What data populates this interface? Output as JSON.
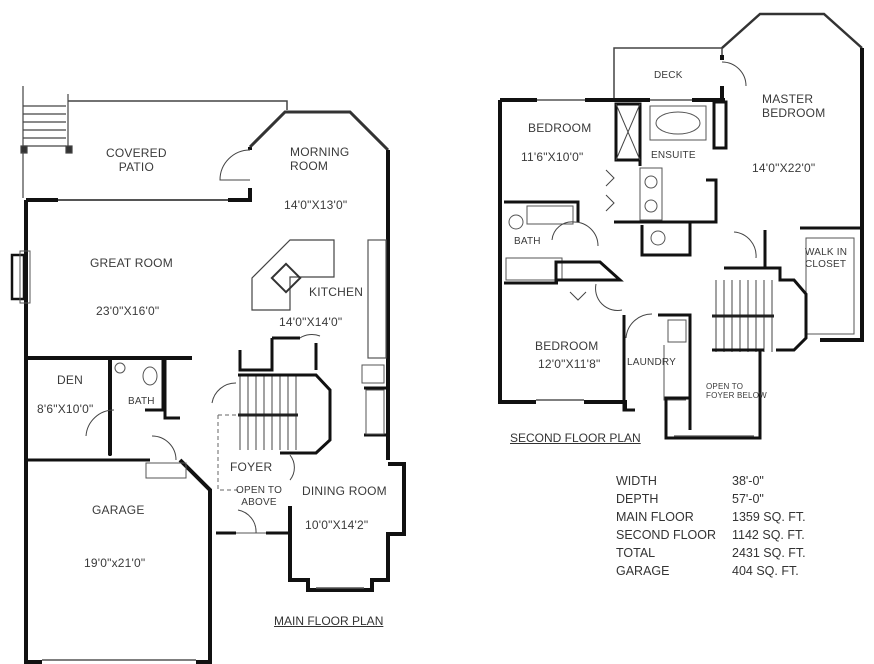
{
  "main_floor": {
    "title": "MAIN FLOOR PLAN",
    "rooms": [
      {
        "name": "COVERED\nPATIO",
        "line1": "COVERED",
        "line2": "PATIO",
        "dims": ""
      },
      {
        "line1": "MORNING",
        "line2": "ROOM",
        "dims": "14'0\"X13'0\""
      },
      {
        "line1": "GREAT ROOM",
        "dims": "23'0\"X16'0\""
      },
      {
        "line1": "KITCHEN",
        "dims": "14'0\"X14'0\""
      },
      {
        "line1": "DEN",
        "dims": "8'6\"X10'0\""
      },
      {
        "line1": "BATH",
        "dims": ""
      },
      {
        "line1": "FOYER",
        "dims": ""
      },
      {
        "line1": "OPEN TO",
        "line2": "ABOVE",
        "dims": ""
      },
      {
        "line1": "DINING ROOM",
        "dims": "10'0\"X14'2\""
      },
      {
        "line1": "GARAGE",
        "dims": "19'0\"x21'0\""
      }
    ]
  },
  "second_floor": {
    "title": "SECOND FLOOR PLAN",
    "rooms": [
      {
        "line1": "DECK",
        "dims": ""
      },
      {
        "line1": "MASTER",
        "line2": "BEDROOM",
        "dims": "14'0\"X22'0\""
      },
      {
        "line1": "BEDROOM",
        "dims": "11'6\"X10'0\""
      },
      {
        "line1": "ENSUITE",
        "dims": ""
      },
      {
        "line1": "BATH",
        "dims": ""
      },
      {
        "line1": "WALK IN",
        "line2": "CLOSET",
        "dims": ""
      },
      {
        "line1": "BEDROOM",
        "dims": "12'0\"X11'8\""
      },
      {
        "line1": "LAUNDRY",
        "dims": ""
      },
      {
        "line1": "OPEN TO",
        "line2": "FOYER BELOW",
        "dims": ""
      }
    ]
  },
  "specs": [
    {
      "label": "WIDTH",
      "value": "38'-0\""
    },
    {
      "label": "DEPTH",
      "value": "57'-0\""
    },
    {
      "label": "MAIN FLOOR",
      "value": "1359 SQ. FT."
    },
    {
      "label": "SECOND FLOOR",
      "value": "1142 SQ. FT."
    },
    {
      "label": "TOTAL",
      "value": "2431 SQ. FT."
    },
    {
      "label": "GARAGE",
      "value": "404 SQ. FT."
    }
  ],
  "colors": {
    "wall": "#111111",
    "line": "#555555",
    "text": "#333333",
    "background": "#ffffff"
  }
}
